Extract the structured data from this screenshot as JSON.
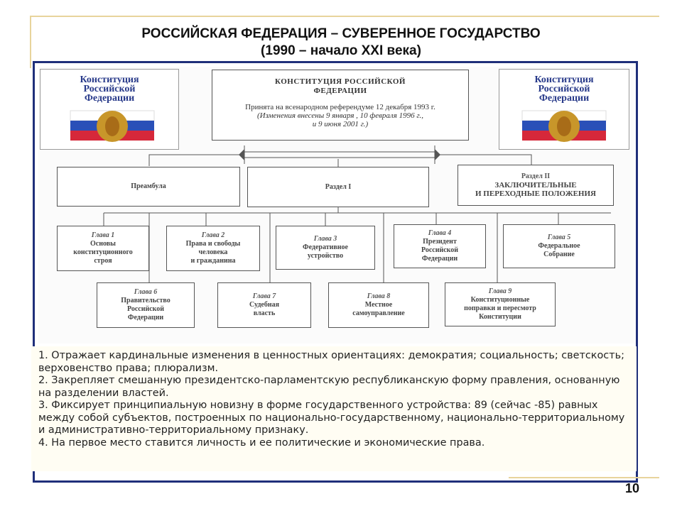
{
  "title": {
    "line1": "РОССИЙСКАЯ ФЕДЕРАЦИЯ – СУВЕРЕННОЕ ГОСУДАРСТВО",
    "line2": "(1990 – начало XXI века)"
  },
  "logo": {
    "line1": "Конституция",
    "line2": "Российской",
    "line3": "Федерации"
  },
  "constitution": {
    "title1": "КОНСТИТУЦИЯ РОССИЙСКОЙ",
    "title2": "ФЕДЕРАЦИИ",
    "adopted": "Принята на всенародном референдуме 12 декабря 1993 г.",
    "changes1": "(Изменения внесены 9 января , 10 февраля 1996 г.,",
    "changes2": "и 9 июня 2001 г.)"
  },
  "sections": {
    "preamble": "Преамбула",
    "section1": "Раздел I",
    "section2_title": "Раздел II",
    "section2_body1": "ЗАКЛЮЧИТЕЛЬНЫЕ",
    "section2_body2": "И ПЕРЕХОДНЫЕ ПОЛОЖЕНИЯ"
  },
  "chapters": [
    {
      "head": "Глава 1",
      "l1": "Основы",
      "l2": "конституционного",
      "l3": "строя"
    },
    {
      "head": "Глава 2",
      "l1": "Права и свободы",
      "l2": "человека",
      "l3": "и гражданина"
    },
    {
      "head": "Глава 3",
      "l1": "Федеративное",
      "l2": "устройство",
      "l3": ""
    },
    {
      "head": "Глава 4",
      "l1": "Президент",
      "l2": "Российской",
      "l3": "Федерации"
    },
    {
      "head": "Глава 5",
      "l1": "Федеральное",
      "l2": "Собрание",
      "l3": ""
    },
    {
      "head": "Глава 6",
      "l1": "Правительство",
      "l2": "Российской",
      "l3": "Федерации"
    },
    {
      "head": "Глава 7",
      "l1": "Судебная",
      "l2": "власть",
      "l3": ""
    },
    {
      "head": "Глава 8",
      "l1": "Местное",
      "l2": "самоуправление",
      "l3": ""
    },
    {
      "head": "Глава 9",
      "l1": "Конституционные",
      "l2": "поправки и пересмотр",
      "l3": "Конституции"
    }
  ],
  "notes": [
    "1. Отражает кардинальные изменения в ценностных ориентациях: демократия; социальность; светскость; верховенство права; плюрализм.",
    "2. Закрепляет смешанную президентско-парламентскую республиканскую форму правления, основанную на разделении властей.",
    "3. Фиксирует принципиальную новизну в форме государственного устройства: 89 (сейчас -85) равных между собой субъектов, построенных по национально-государственному, национально-территориальному и административно-территориальному признаку.",
    "4. На первое место ставится личность и ее политические и экономические права."
  ],
  "page_number": "10",
  "colors": {
    "frame": "#1f2f7a",
    "gold": "#e8d49c",
    "flag_white": "#ffffff",
    "flag_blue": "#2a50b8",
    "flag_red": "#d6283a",
    "eagle": "#c8962a"
  }
}
